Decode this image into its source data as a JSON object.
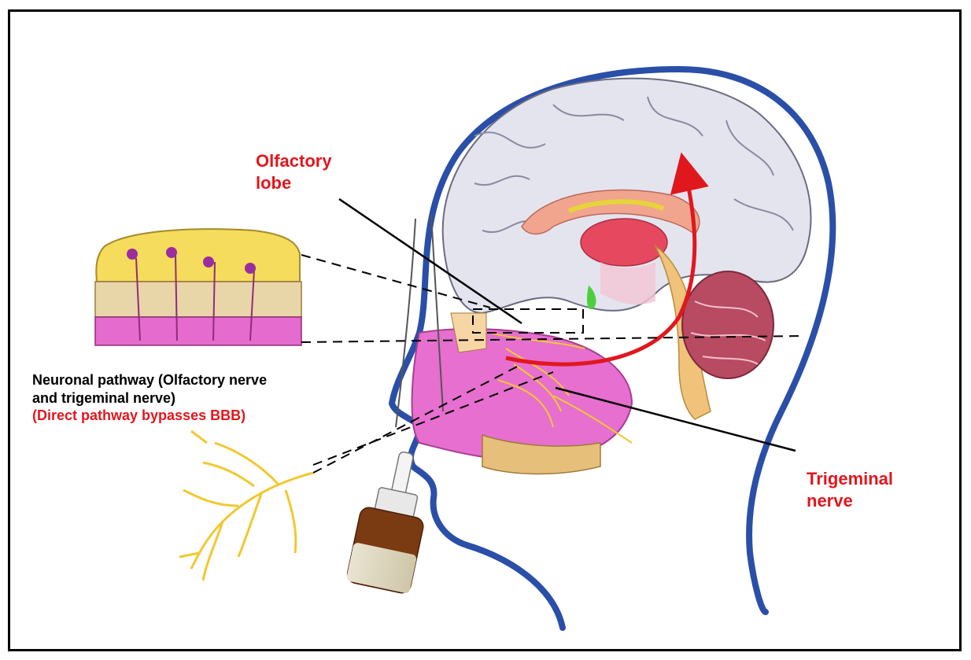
{
  "labels": {
    "olfactory_lobe_line1": "Olfactory",
    "olfactory_lobe_line2": "lobe",
    "trigeminal_line1": "Trigeminal",
    "trigeminal_line2": "nerve",
    "pathway_line1": "Neuronal pathway (Olfactory nerve",
    "pathway_line2": "and trigeminal nerve)",
    "pathway_line3": "(Direct pathway bypasses BBB)"
  },
  "colors": {
    "head_outline": "#2a4fa8",
    "label_red": "#e1171e",
    "brain_gray": "#e4e4ef",
    "nasal_pink": "#e66fcf",
    "nerve_yellow": "#f2c832",
    "arrow_red": "#e1171e"
  },
  "icons": [
    "nasal-spray-bottle-icon",
    "nerve-branch-icon",
    "olfactory-epithelium-icon"
  ]
}
